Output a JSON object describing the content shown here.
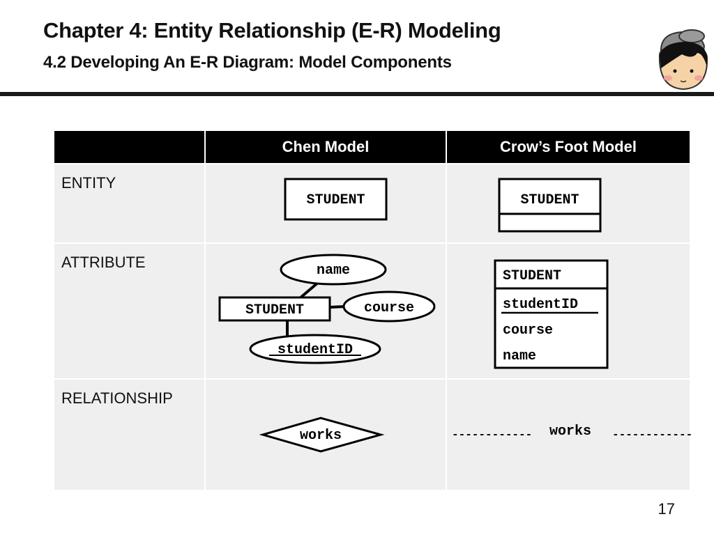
{
  "slide": {
    "title": "Chapter 4: Entity Relationship (E-R) Modeling",
    "subtitle": "4.2 Developing An E-R Diagram: Model Components",
    "page_number": "17"
  },
  "table": {
    "headers": [
      "",
      "Chen Model",
      "Crow’s Foot Model"
    ],
    "rows": [
      "ENTITY",
      "ATTRIBUTE",
      "RELATIONSHIP"
    ]
  },
  "chen": {
    "entity": "STUDENT",
    "attribute_entity": "STUDENT",
    "attr_name": "name",
    "attr_course": "course",
    "attr_key": "studentID",
    "relationship": "works"
  },
  "crows": {
    "entity": "STUDENT",
    "attr_entity": "STUDENT",
    "attr_key": "studentID",
    "attr_course": "course",
    "attr_name": "name",
    "relationship": "works",
    "dashes": "------------"
  }
}
